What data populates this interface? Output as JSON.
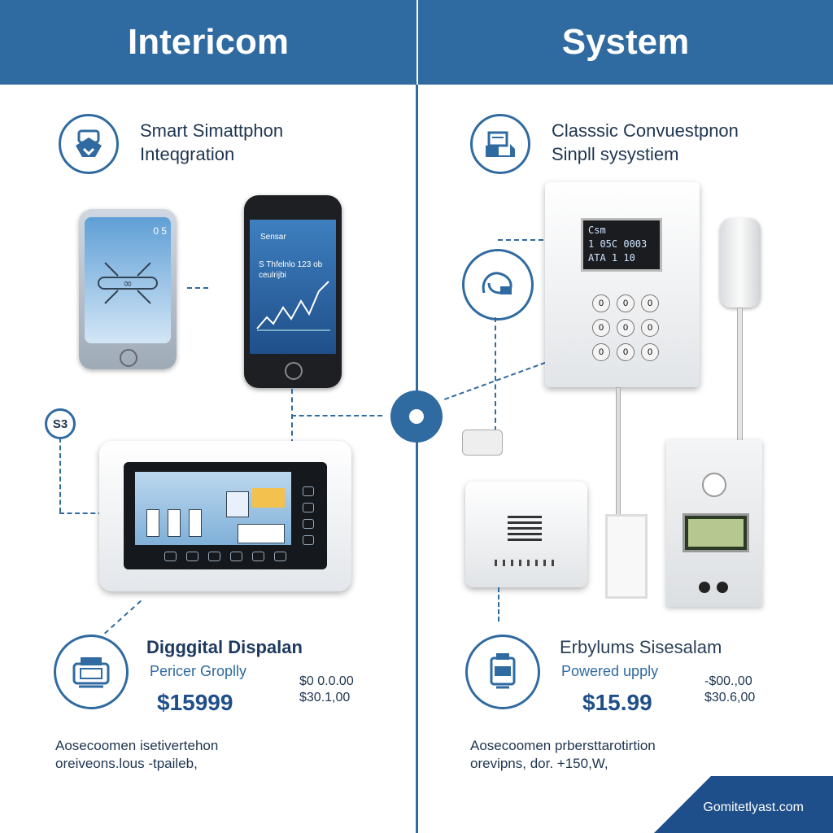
{
  "header": {
    "left_title": "Intericom",
    "right_title": "System"
  },
  "left": {
    "feature_title_line1": "Smart Simattphon",
    "feature_title_line2": "Inteqgration",
    "badge": "S3",
    "phone_app_title": "Sensar",
    "phone_chart_label_line1": "S Thfelnlo 123 ob",
    "phone_chart_label_line2": "ceulrijbi",
    "phone_status": "0 5",
    "product_title": "Digggital Dispalan",
    "product_subtitle": "Pericer Groplly",
    "price": "$15999",
    "small_price_1": "$0 0.0.00",
    "small_price_2": "$30.1,00",
    "desc_line1": "Aosecoomen isetivertehon",
    "desc_line2": "oreiveons.lous -tpaileb,"
  },
  "right": {
    "feature_title_line1": "Classsic Convuestpnon",
    "feature_title_line2": "Sinpll sysystiem",
    "lcd_line1": "Csm",
    "lcd_line2": "1 05C 0003",
    "lcd_line3": "ATA     1 10",
    "keypad": [
      "0",
      "0",
      "0",
      "0",
      "0",
      "0",
      "0",
      "0",
      "0"
    ],
    "product_title": "Erbylums Sisesalam",
    "product_subtitle": "Powered upply",
    "price": "$15.99",
    "small_price_1": "-$00.,00",
    "small_price_2": "$30.6,00",
    "desc_line1": "Aosecoomen prbersttarotirtion",
    "desc_line2": "orevipns, dor. +150,W,"
  },
  "footer": {
    "corner_text": "Gomitetlyast.com"
  },
  "colors": {
    "primary": "#2f6aa0",
    "dark_text": "#1e3550",
    "header_bg": "#2f6aa0"
  }
}
